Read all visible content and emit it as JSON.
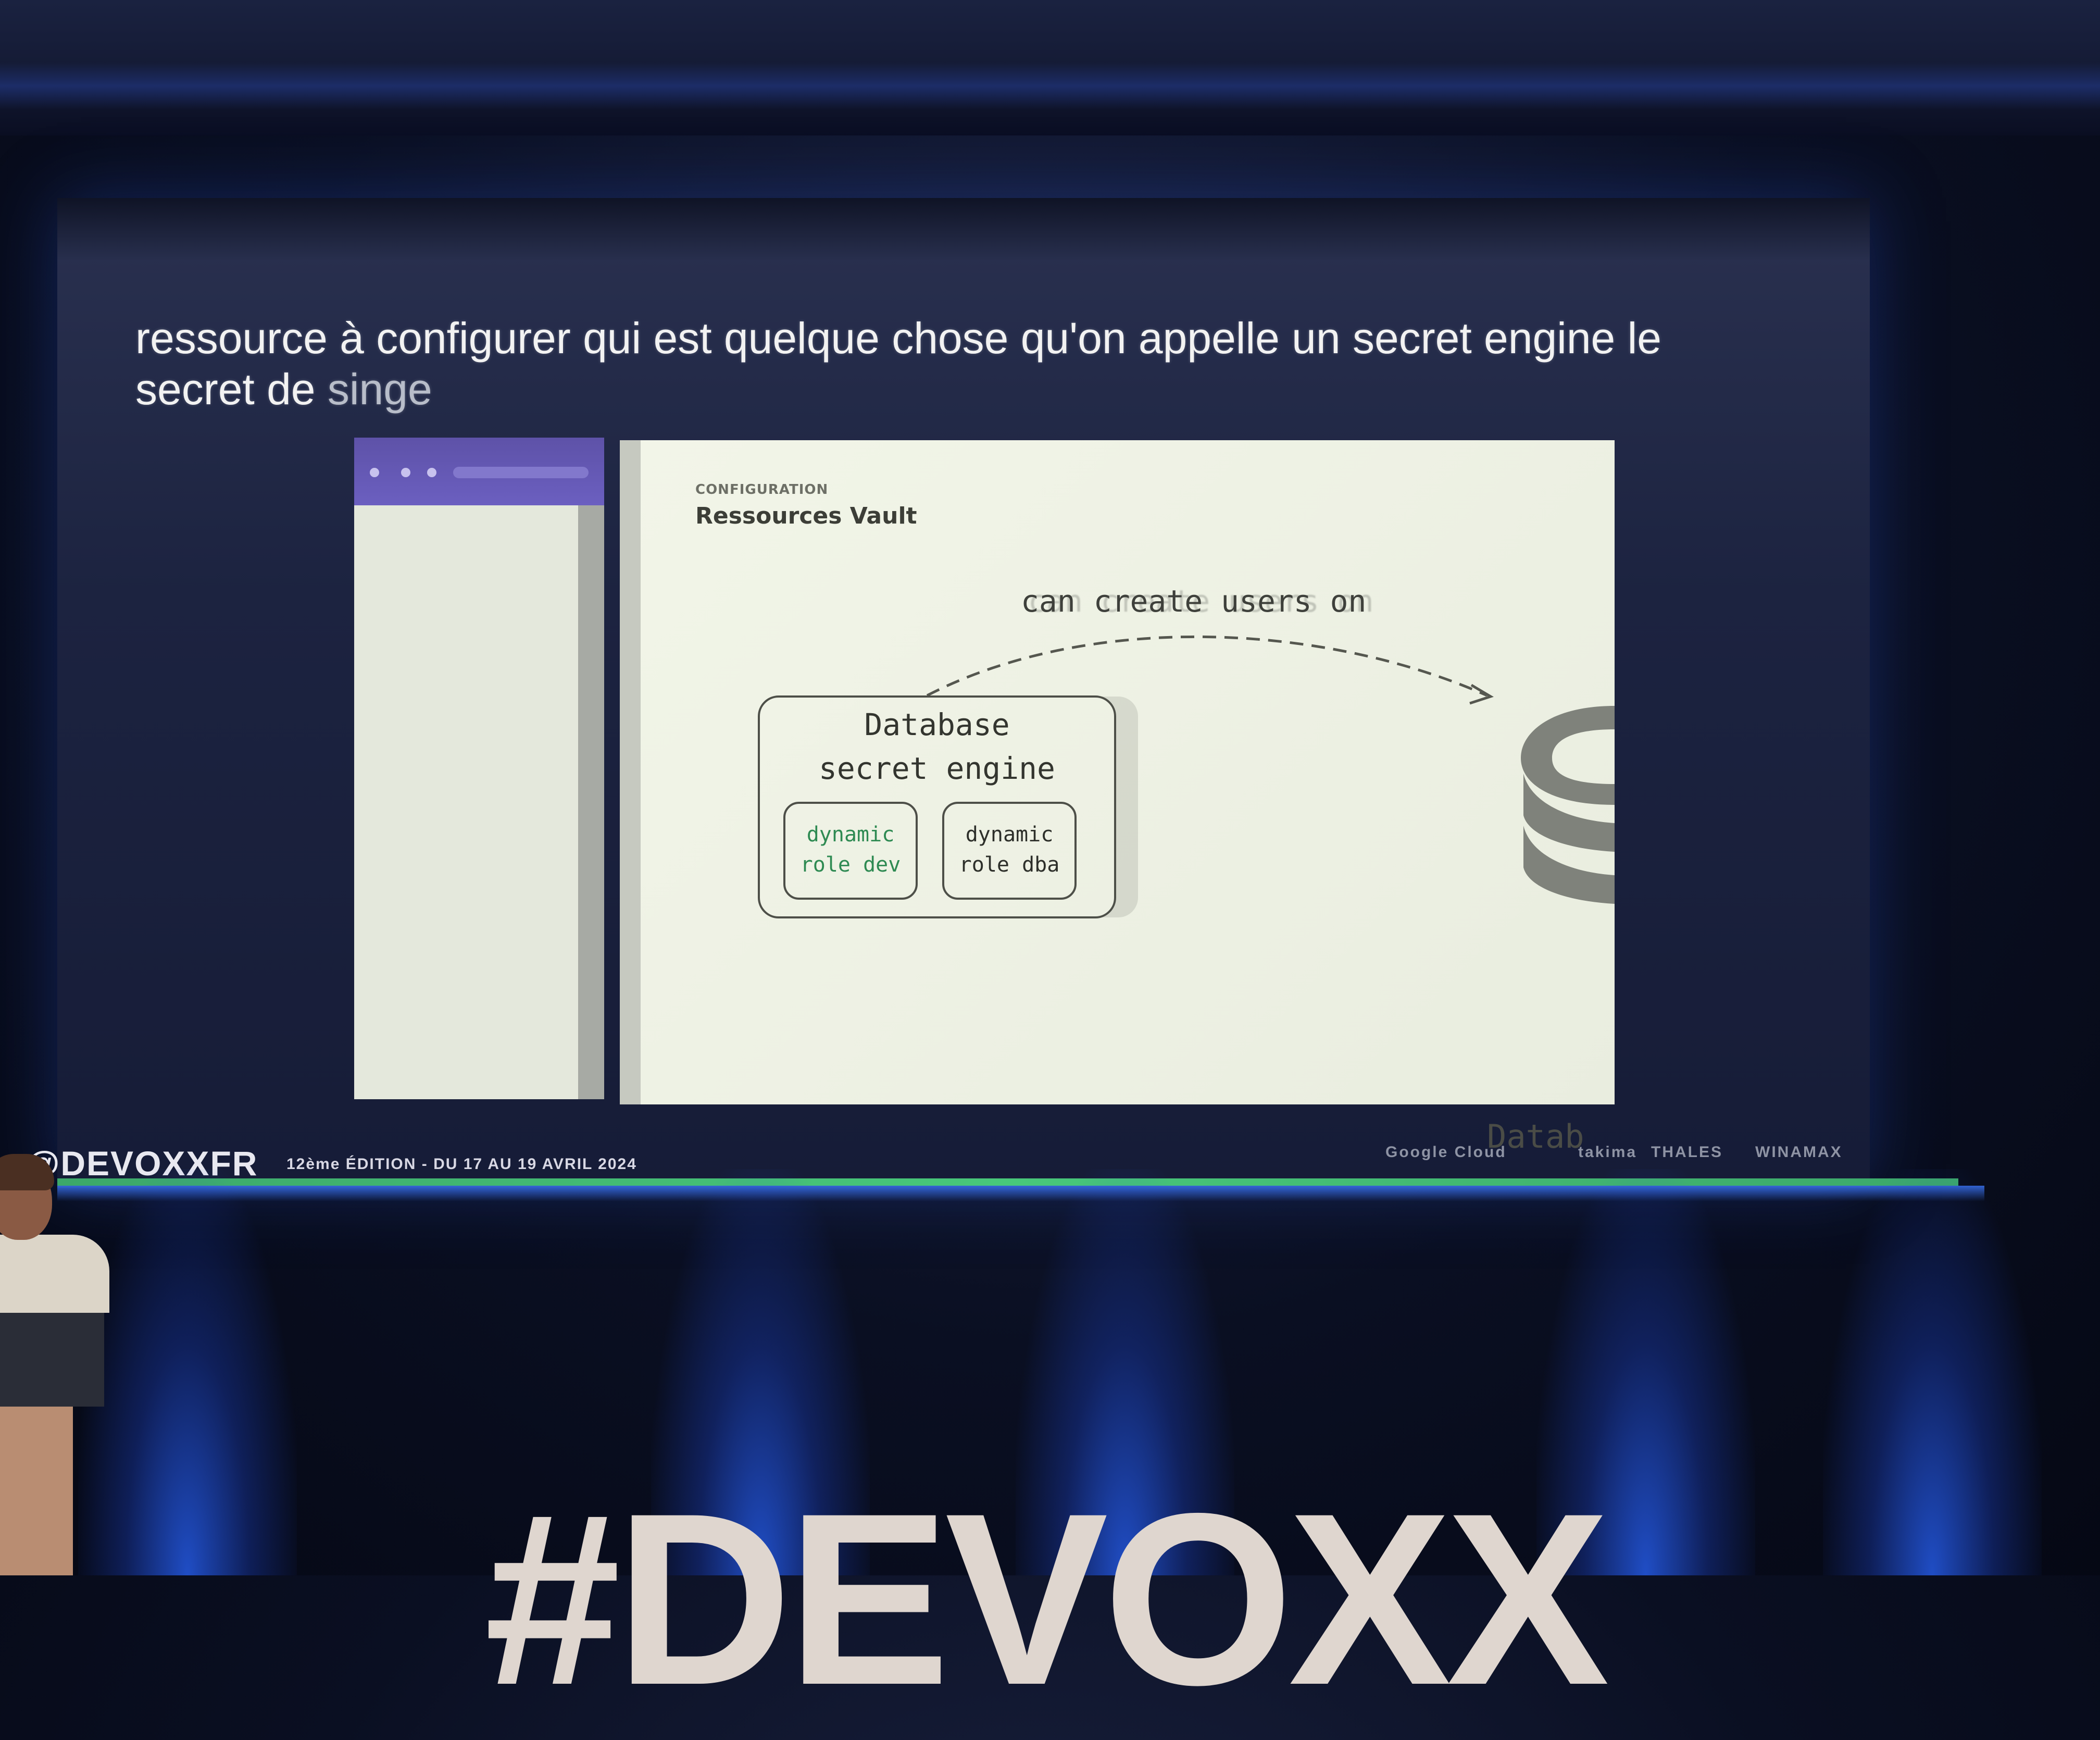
{
  "slide": {
    "subtitle_line1": "ressource à configurer qui est quelque chose qu'on appelle un secret engine le",
    "subtitle_line2_main": "secret de",
    "subtitle_line2_faded": "singe",
    "section_label": "CONFIGURATION",
    "section_title": "Ressources Vault",
    "edge_label": "can create users on",
    "engine_line1": "Database",
    "engine_line2": "secret engine",
    "role1_line1": "dynamic",
    "role1_line2": "role dev",
    "role2_line1": "dynamic",
    "role2_line2": "role dba",
    "database_label": "Datab"
  },
  "footer": {
    "brand": "@DEVOXXFR",
    "edition": "12ème ÉDITION - DU 17 AU 19 AVRIL 2024",
    "sponsors": [
      "Google Cloud",
      "takima",
      "THALES",
      "WINAMAX"
    ]
  },
  "stage": {
    "sign": "#DEVOXX"
  }
}
